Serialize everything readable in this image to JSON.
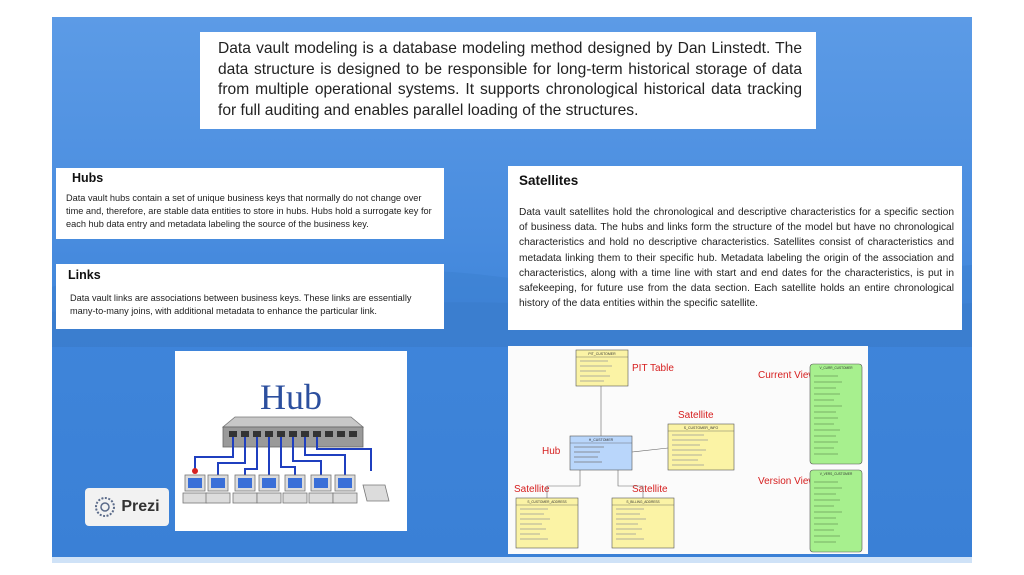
{
  "intro_text": "Data vault modeling is a database modeling method designed by Dan Linstedt. The data structure is designed to be responsible for long-term historical storage of data from multiple operational systems. It supports chronological historical data tracking for full auditing and enables parallel loading of the structures.",
  "hubs": {
    "title": "Hubs",
    "body": "Data vault hubs contain a set of unique business keys that normally do not change over time and, therefore, are stable data entities to store in hubs. Hubs hold a surrogate key for each hub data entry and metadata labeling the source of the business key."
  },
  "links": {
    "title": "Links",
    "body": "Data vault links are associations between business keys. These links are essentially many-to-many joins, with additional metadata to enhance the particular link."
  },
  "satellites": {
    "title": "Satellites",
    "body": "Data vault satellites hold the chronological and descriptive characteristics for a specific section of business data. The hubs and links form the structure of the model but have no chronological characteristics and hold no descriptive characteristics. Satellites consist of characteristics and metadata linking them to their specific hub. Metadata labeling the origin of the association and characteristics, along with a time line with start and end dates for the characteristics, is put in safekeeping, for future use from the data section. Each satellite holds an entire chronological history of the data entities within the specific satellite."
  },
  "hub_image": {
    "label": "Hub"
  },
  "prezi": {
    "label": "Prezi"
  },
  "diagram": {
    "pit_table_label": "PIT Table",
    "hub_label": "Hub",
    "satellite_label": "Satellite",
    "current_view_label": "Current View",
    "version_view_label": "Version View",
    "tables": {
      "pit": "PIT_CUSTOMER",
      "hub": "H_CUSTOMER",
      "sat_info": "S_CUSTOMER_INFO",
      "sat_customer_address": "S_CUSTOMER_ADDRESS",
      "sat_billing_address": "S_BILLING_ADDRESS",
      "current_view": "V_CURR_CUSTOMER",
      "version_view": "V_VERS_CUSTOMER"
    }
  },
  "colors": {
    "background_blue": "#4a8ddf",
    "hub_text_blue": "#2c4f9e",
    "label_red": "#d62020",
    "pit_yellow": "#fbf3a5",
    "hub_blue": "#b9d6fb",
    "view_green": "#a7f08e"
  }
}
